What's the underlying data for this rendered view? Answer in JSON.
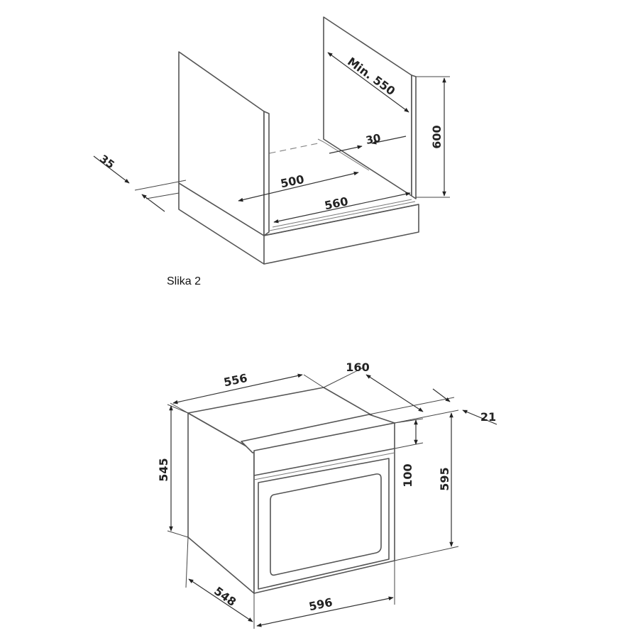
{
  "caption": "Slika 2",
  "cabinet": {
    "depth_min": "Min. 550",
    "height": "600",
    "gap_back": "30",
    "inner_width": "500",
    "opening_width": "560",
    "offset": "35"
  },
  "oven": {
    "width_top": "556",
    "depth_top": "160",
    "panel_thickness": "21",
    "body_height": "545",
    "control_height": "100",
    "total_height": "595",
    "depth": "548",
    "width_front": "596"
  }
}
